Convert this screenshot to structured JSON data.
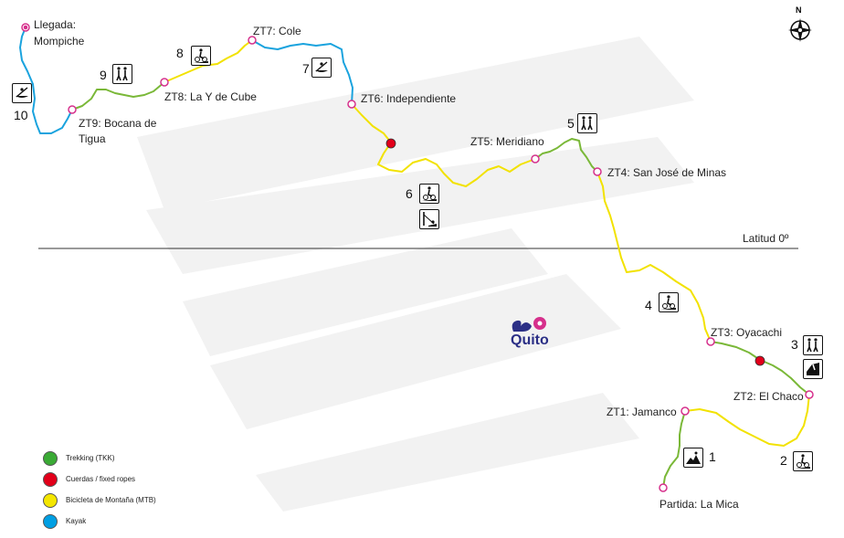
{
  "labels": {
    "llegada_line1": "Llegada:",
    "llegada_line2": "Mompiche",
    "zt1": "ZT1: Jamanco",
    "zt2": "ZT2: El Chaco",
    "zt3": "ZT3: Oyacachi",
    "zt4": "ZT4: San José de Minas",
    "zt5": "ZT5: Meridiano",
    "zt6": "ZT6: Independiente",
    "zt7": "ZT7: Cole",
    "zt8": "ZT8: La Y de Cube",
    "zt9_line1": "ZT9: Bocana de",
    "zt9_line2": "Tigua",
    "partida": "Partida: La Mica",
    "latitude": "Latitud 0º"
  },
  "stages": {
    "s1": "1",
    "s2": "2",
    "s3": "3",
    "s4": "4",
    "s5": "5",
    "s6": "6",
    "s7": "7",
    "s8": "8",
    "s9": "9",
    "s10": "10"
  },
  "legend": [
    {
      "label": "Trekking (TKK)",
      "color": "#3aaa35"
    },
    {
      "label": "Cuerdas / fixed ropes",
      "color": "#e2001a"
    },
    {
      "label": "Bicicleta de Montaña (MTB)",
      "color": "#f4e600"
    },
    {
      "label": "Kayak",
      "color": "#009fe3"
    }
  ],
  "logo": {
    "text": "Quito"
  },
  "compass": {
    "north": "N"
  },
  "colors": {
    "trekking": "#7ab838",
    "ropes": "#e2001a",
    "mtb": "#f2e200",
    "kayak": "#1aa3de",
    "checkpoint": "#d6308c",
    "watermark": "#f1f1f1"
  },
  "icons": {
    "s1": "climbing-icon",
    "s2": "mountain-bike-icon",
    "s3a": "trekking-icon",
    "s3b": "ropes-icon",
    "s4": "mountain-bike-icon",
    "s5": "trekking-icon",
    "s6a": "mountain-bike-icon",
    "s6b": "rappel-icon",
    "s7": "kayak-icon",
    "s8": "mountain-bike-icon",
    "s9": "trekking-icon",
    "s10": "kayak-icon"
  }
}
